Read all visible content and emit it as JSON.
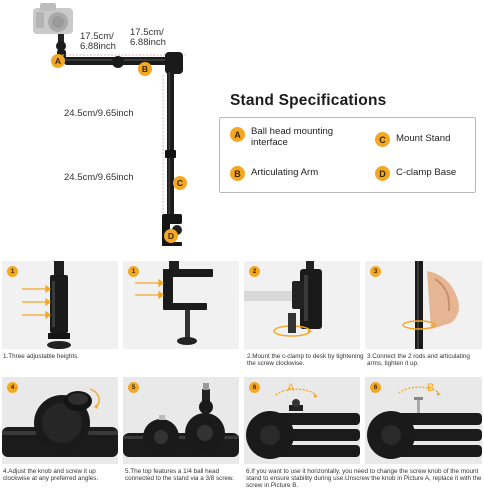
{
  "diagram": {
    "dimensions": {
      "arm_left": {
        "cm": "17.5cm/",
        "inch": "6.88inch"
      },
      "arm_right": {
        "cm": "17.5cm/",
        "inch": "6.88inch"
      },
      "pole_upper": "24.5cm/9.65inch",
      "pole_lower": "24.5cm/9.65inch"
    },
    "part_markers": [
      "A",
      "B",
      "C",
      "D"
    ]
  },
  "specs": {
    "title": "Stand Specifications",
    "items": [
      {
        "badge": "A",
        "label": "Ball head mounting interface"
      },
      {
        "badge": "C",
        "label": "Mount Stand"
      },
      {
        "badge": "B",
        "label": "Articulating Arm"
      },
      {
        "badge": "D",
        "label": "C-clamp Base"
      }
    ]
  },
  "steps": {
    "row1": [
      {
        "badge": "1",
        "caption": "1.Three adjustable heights."
      },
      {
        "badge": "1",
        "caption": ""
      },
      {
        "badge": "2",
        "caption": "2.Mount the c-clamp to desk by tightening the screw clockwise."
      },
      {
        "badge": "3",
        "caption": "3.Connect the 2 rods and articulating arms, tighten it up."
      }
    ],
    "row2": [
      {
        "badge": "4",
        "caption": "4.Adjust the knob and screw it up clockwise at any preferred angles."
      },
      {
        "badge": "5",
        "caption": "5.The top features a 1/4 ball head connected to the stand via a 3/8 screw."
      },
      {
        "badge": "6",
        "caption": "6.If you want to use it horizontally, you need to change the screw knob of the mount stand to ensure stability during use.Unscrew the knob in Picture A, replace it with the screw in Picture B."
      },
      {
        "badge": "6",
        "caption": ""
      }
    ],
    "picture_labels": [
      "A",
      "B"
    ]
  },
  "colors": {
    "accent": "#f3a823",
    "rod": "#1a1a1a",
    "dimline": "#e2b0b0"
  }
}
